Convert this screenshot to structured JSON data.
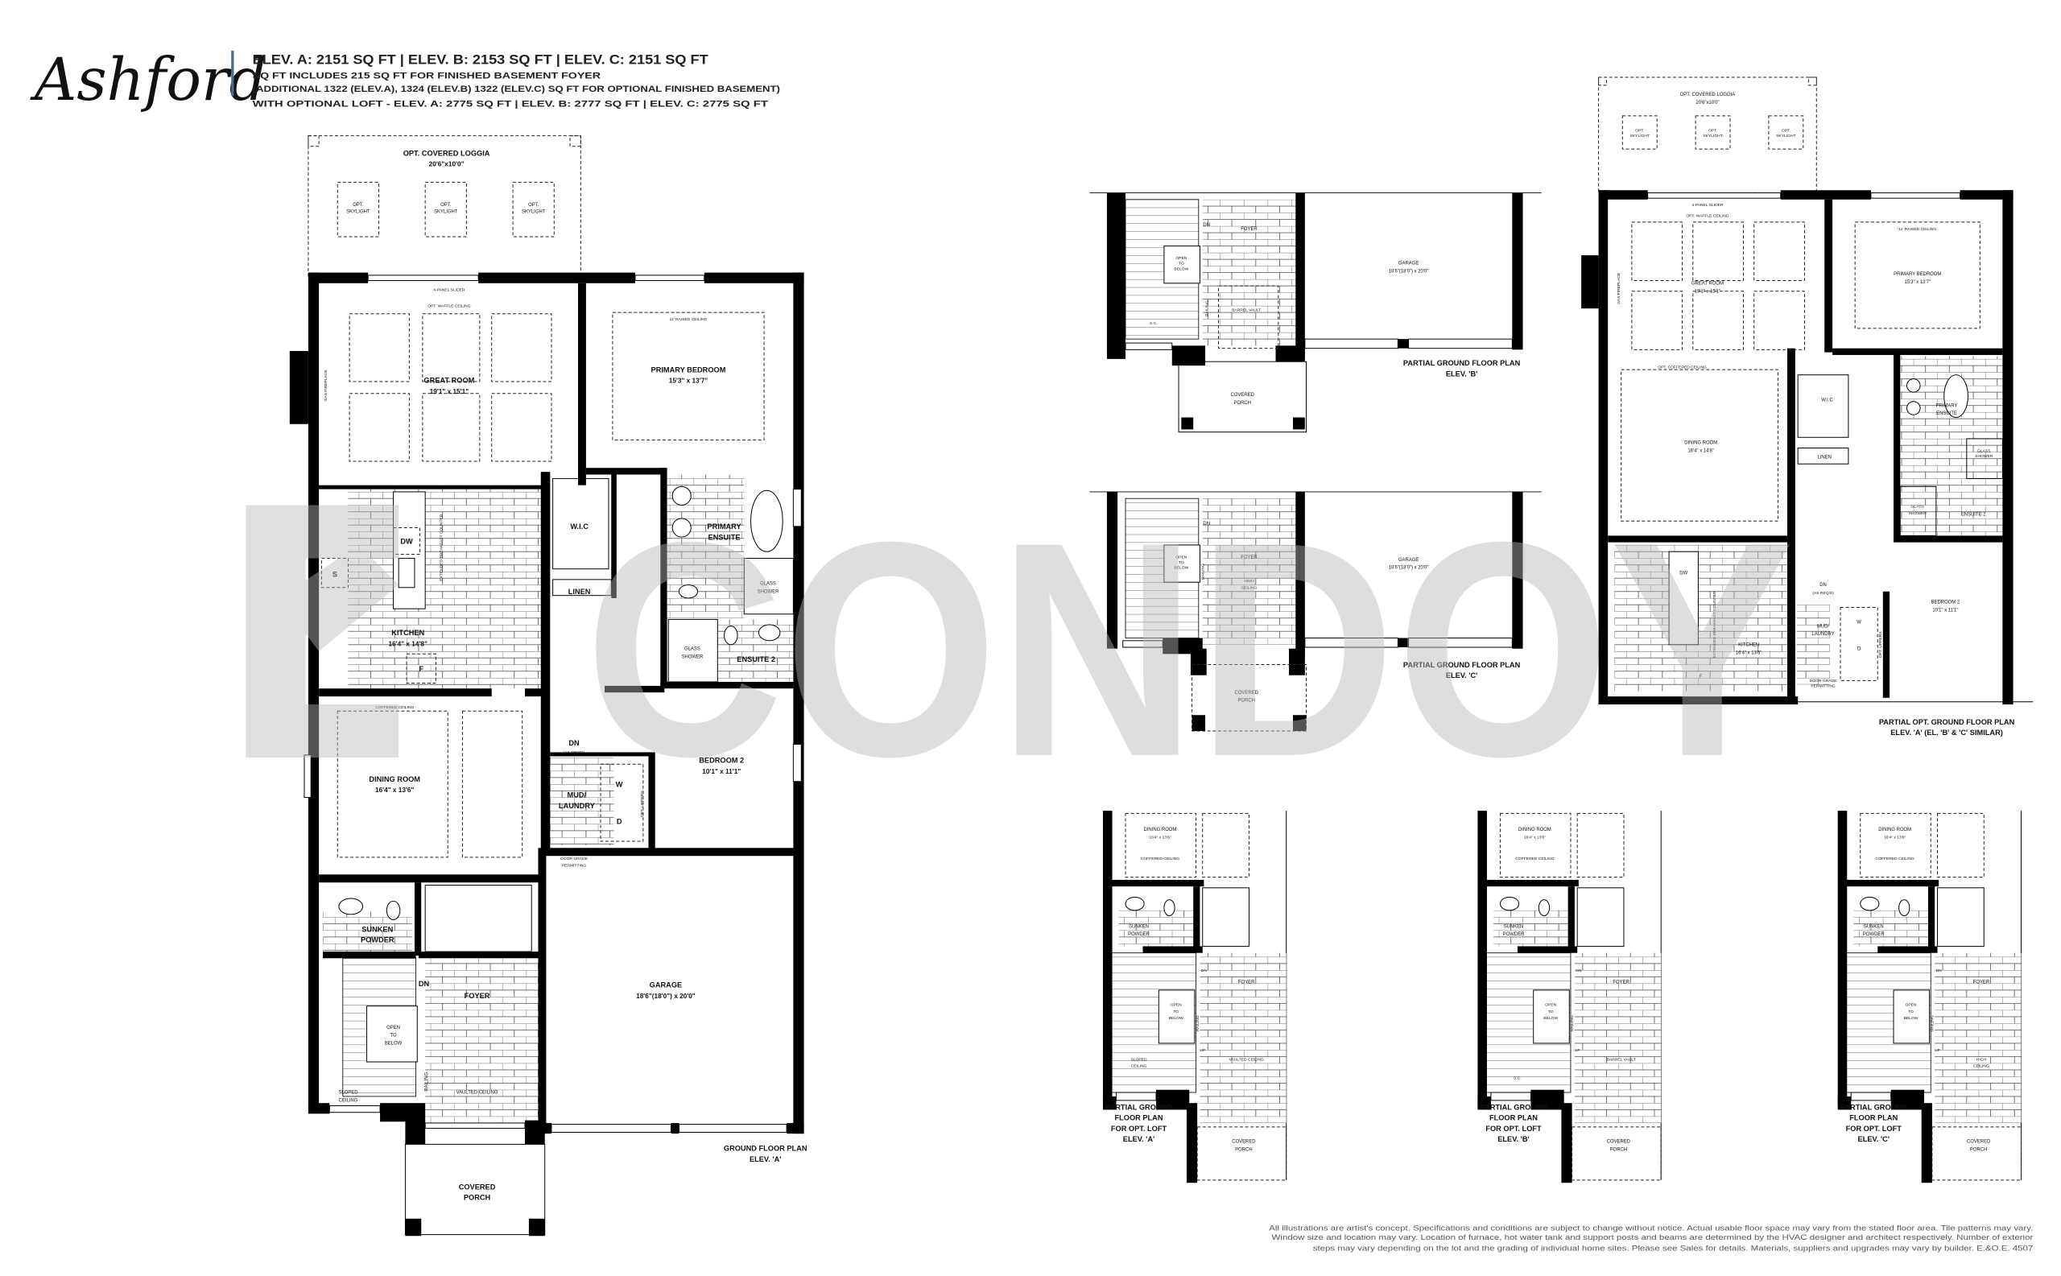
{
  "header": {
    "logo": "Ashford",
    "line1": "ELEV. A: 2151 SQ FT  |  ELEV. B: 2153 SQ FT  |  ELEV. C: 2151 SQ FT",
    "line2": "SQ FT INCLUDES 215 SQ FT FOR FINISHED BASEMENT FOYER",
    "line3": "(ADDITIONAL 1322 (ELEV.A), 1324 (ELEV.B) 1322 (ELEV.C) SQ FT FOR OPTIONAL FINISHED BASEMENT)",
    "line4": "WITH OPTIONAL LOFT - ELEV. A: 2775 SQ FT  |  ELEV. B: 2777 SQ FT  |  ELEV. C: 2775 SQ FT",
    "accent_color": "#4a6f8a"
  },
  "ground_floor": {
    "loggia_title": "OPT. COVERED LOGGIA",
    "loggia_dims": "20'6\"x10'0\"",
    "skylight_opt": "OPT.",
    "skylight": "SKYLIGHT",
    "slider": "4-PANEL SLIDER",
    "waffle": "OPT. WAFFLE CEILING",
    "great_room": "GREAT ROOM",
    "great_room_dims": "19'1\" x 15'1\"",
    "fireplace": "GAS FIREPLACE",
    "raised": "11' RAISED CEILING",
    "primary_bedroom": "PRIMARY BEDROOM",
    "primary_bedroom_dims": "15'3\" x 13'7\"",
    "wic": "W.I.C",
    "primary": "PRIMARY",
    "ensuite": "ENSUITE",
    "glass": "GLASS",
    "shower": "SHOWER",
    "linen": "LINEN",
    "dw": "DW",
    "stove": "S",
    "counter": "EXTENDED BREAKFAST COUNTER",
    "kitchen": "KITCHEN",
    "kitchen_dims": "16'4\" x 14'8\"",
    "fridge": "F",
    "ensuite2": "ENSUITE 2",
    "coffered": "COFFERED CEILING",
    "dining": "DINING ROOM",
    "dining_dims": "16'4\" x 13'6\"",
    "dn": "DN",
    "as_reqd": "(AS REQ'D)",
    "mud": "MUD/",
    "laundry": "LAUNDRY",
    "washer": "W",
    "dryer": "D",
    "uppers": "OPT. UPPERS",
    "door_grade": "DOOR GRADE",
    "permitting": "PERMITTING",
    "bedroom2": "BEDROOM 2",
    "bedroom2_dims": "10'1\" x 11'1\"",
    "sunken": "SUNKEN",
    "powder": "POWDER",
    "foyer": "FOYER",
    "open": "OPEN",
    "to": "TO",
    "below": "BELOW",
    "railing": "RAILING",
    "vaulted": "VAULTED CEILING",
    "sloped": "SLOPED",
    "ceiling": "CEILING",
    "garage": "GARAGE",
    "garage_dims": "18'6\"(18'0\") x 20'0\"",
    "covered": "COVERED",
    "porch": "PORCH",
    "plan_title": "GROUND FLOOR PLAN",
    "plan_elev": "ELEV. 'A'"
  },
  "partial_b": {
    "dn": "DN",
    "foyer": "FOYER",
    "open": "OPEN",
    "to": "TO",
    "below": "BELOW",
    "railing": "RAILING",
    "barrel": "BARREL VAULT",
    "sc": "S.C.",
    "garage": "GARAGE",
    "garage_dims": "18'6\"(18'0\") x 20'0\"",
    "covered": "COVERED",
    "porch": "PORCH",
    "plan_title": "PARTIAL GROUND FLOOR PLAN",
    "plan_elev": "ELEV. 'B'"
  },
  "partial_c": {
    "dn": "DN",
    "foyer": "FOYER",
    "open": "OPEN",
    "to": "TO",
    "below": "BELOW",
    "railing": "RAILING",
    "high": "HIGH",
    "ceiling": "CEILING",
    "garage": "GARAGE",
    "garage_dims": "18'6\"(18'0\") x 20'0\"",
    "covered": "COVERED",
    "porch": "PORCH",
    "plan_title": "PARTIAL GROUND FLOOR PLAN",
    "plan_elev": "ELEV. 'C'"
  },
  "partial_opt": {
    "loggia_title": "OPT. COVERED LOGGIA",
    "loggia_dims": "20'6\"x10'0\"",
    "skylight_opt": "OPT.",
    "skylight": "SKYLIGHT",
    "slider": "4-PANEL SLIDER",
    "waffle": "OPT. WAFFLE CEILING",
    "great_room": "GREAT ROOM",
    "great_room_dims": "19'1\" x 15'1\"",
    "fireplace": "GAS FIREPLACE",
    "raised": "11' RAISED CEILING",
    "primary_bedroom": "PRIMARY BEDROOM",
    "primary_bedroom_dims": "15'3\" x 13'7\"",
    "coffered": "OPT. COFFERED CEILING",
    "dining": "DINING ROOM",
    "dining_dims": "16'4\" x 14'8\"",
    "wic": "W.I.C",
    "primary": "PRIMARY",
    "ensuite": "ENSUITE",
    "glass": "GLASS",
    "shower": "SHOWER",
    "linen": "LINEN",
    "ensuite2": "ENSUITE 2",
    "dw": "DW",
    "counter": "EXTENDED BREAKFAST COUNTER",
    "kitchen": "KITCHEN",
    "kitchen_dims": "16'4\" x 13'6\"",
    "fridge": "F",
    "dn": "DN",
    "as_reqd": "(AS REQ'D)",
    "mud": "MUD/",
    "laundry": "LAUNDRY",
    "washer": "W",
    "dryer": "D",
    "uppers": "OPT. UPPERS",
    "door_grade": "DOOR GRADE",
    "permitting": "PERMITTING",
    "bedroom2": "BEDROOM 2",
    "bedroom2_dims": "10'1\" x 11'1\"",
    "title1": "PARTIAL OPT. GROUND FLOOR PLAN",
    "title2": "ELEV. 'A' (EL. 'B' & 'C' SIMILAR)"
  },
  "loft_plans": [
    {
      "dining": "DINING ROOM",
      "dining_dims": "16'4\" x 13'6\"",
      "coffered": "COFFERED CEILING",
      "sunken": "SUNKEN",
      "powder": "POWDER",
      "dn": "DN",
      "foyer": "FOYER",
      "open": "OPEN",
      "to": "TO",
      "below": "BELOW",
      "railing": "RAILING",
      "up": "UP",
      "ceiling_note": "VAULTED CEILING",
      "sloped": "SLOPED",
      "sloped2": "CEILING",
      "covered": "COVERED",
      "porch": "PORCH",
      "title": [
        "PARTIAL GROUND",
        "FLOOR PLAN",
        "FOR OPT. LOFT",
        "ELEV. 'A'"
      ]
    },
    {
      "dining": "DINING ROOM",
      "dining_dims": "16'4\" x 13'6\"",
      "coffered": "COFFERED CEILING",
      "sunken": "SUNKEN",
      "powder": "POWDER",
      "dn": "DN",
      "foyer": "FOYER",
      "open": "OPEN",
      "to": "TO",
      "below": "BELOW",
      "railing": "RAILING",
      "up": "UP",
      "ceiling_note": "BARREL VAULT",
      "sc": "S.C.",
      "covered": "COVERED",
      "porch": "PORCH",
      "title": [
        "PARTIAL GROUND",
        "FLOOR PLAN",
        "FOR OPT. LOFT",
        "ELEV. 'B'"
      ]
    },
    {
      "dining": "DINING ROOM",
      "dining_dims": "16'4\" x 13'6\"",
      "coffered": "COFFERED CEILING",
      "sunken": "SUNKEN",
      "powder": "POWDER",
      "dn": "DN",
      "foyer": "FOYER",
      "open": "OPEN",
      "to": "TO",
      "below": "BELOW",
      "railing": "RAILING",
      "up": "UP",
      "ceiling_note": "HIGH",
      "ceiling_note2": "CEILING",
      "covered": "COVERED",
      "porch": "PORCH",
      "title": [
        "PARTIAL GROUND",
        "FLOOR PLAN",
        "FOR OPT. LOFT",
        "ELEV. 'C'"
      ]
    }
  ],
  "disclaimer": [
    "All illustrations are artist's concept. Specifications and conditions are subject to change without notice. Actual usable floor space may vary from the stated floor area. Tile patterns may vary.",
    "Window size and location may vary. Location of furnace, hot water tank and support posts and beams are determined by the HVAC designer and architect respectively. Number of exterior",
    "steps may vary depending on the lot and the grading of individual home sites. Please see Sales for details. Materials, suppliers and upgrades may vary by builder. E.&O.E. 4507"
  ],
  "watermark": "CONDOY"
}
